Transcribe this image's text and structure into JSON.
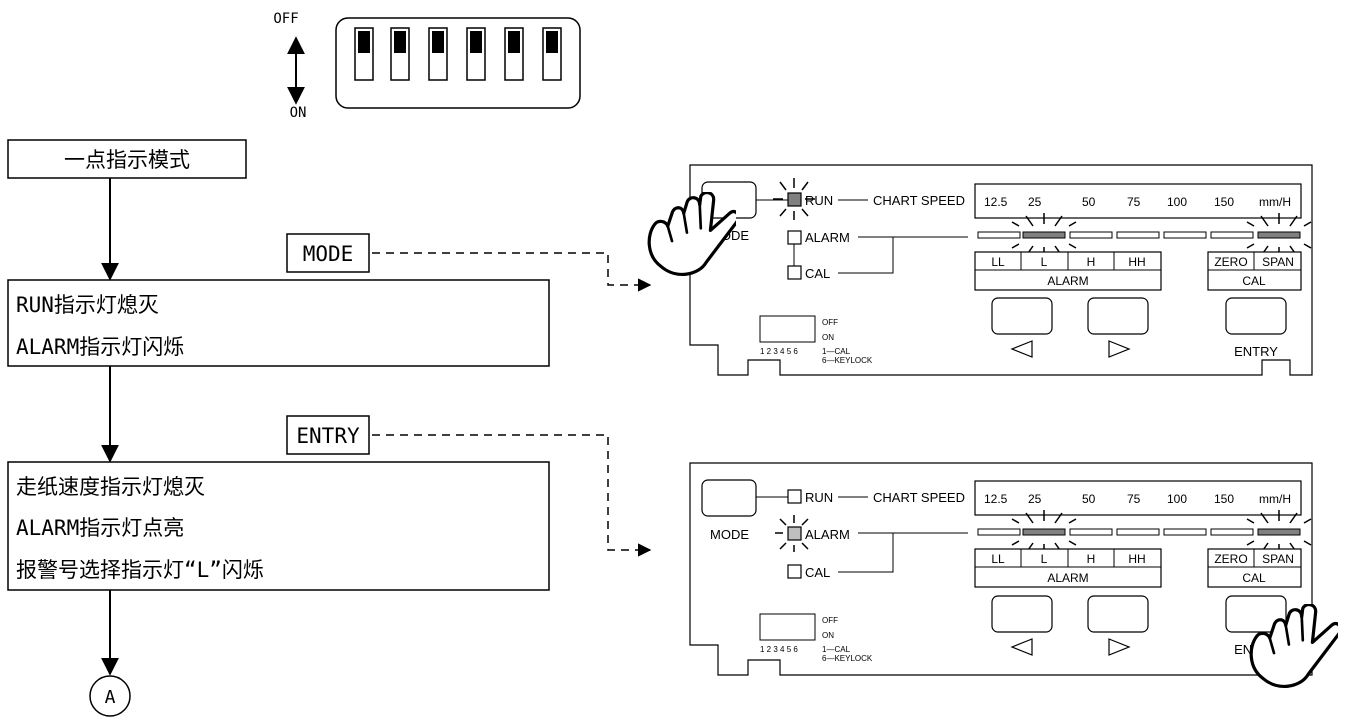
{
  "dip": {
    "off": "OFF",
    "on": "ON"
  },
  "flow": {
    "mode_title": "一点指示模式",
    "key_mode": "MODE",
    "key_entry": "ENTRY",
    "box2_lines": [
      "RUN指示灯熄灭",
      "ALARM指示灯闪烁"
    ],
    "box3_lines": [
      "走纸速度指示灯熄灭",
      "ALARM指示灯点亮",
      "报警号选择指示灯“L”闪烁"
    ],
    "connector": "A"
  },
  "panel": {
    "mode_btn": "MODE",
    "run": "RUN",
    "alarm": "ALARM",
    "cal": "CAL",
    "chart_speed": "CHART SPEED",
    "speeds": [
      "12.5",
      "25",
      "50",
      "75",
      "100",
      "150",
      "mm/H"
    ],
    "alarm_keys": [
      "LL",
      "L",
      "H",
      "HH"
    ],
    "alarm_group": "ALARM",
    "cal_keys": [
      "ZERO",
      "SPAN"
    ],
    "cal_group": "CAL",
    "entry": "ENTRY",
    "dip_off": "OFF",
    "dip_on": "ON",
    "dip_numbers": "1 2 3 4 5 6",
    "dip_note1": "1—CAL",
    "dip_note2": "6—KEYLOCK"
  },
  "colors": {
    "lamp_dark": "#808080",
    "lamp_light": "#bfbfbf"
  }
}
